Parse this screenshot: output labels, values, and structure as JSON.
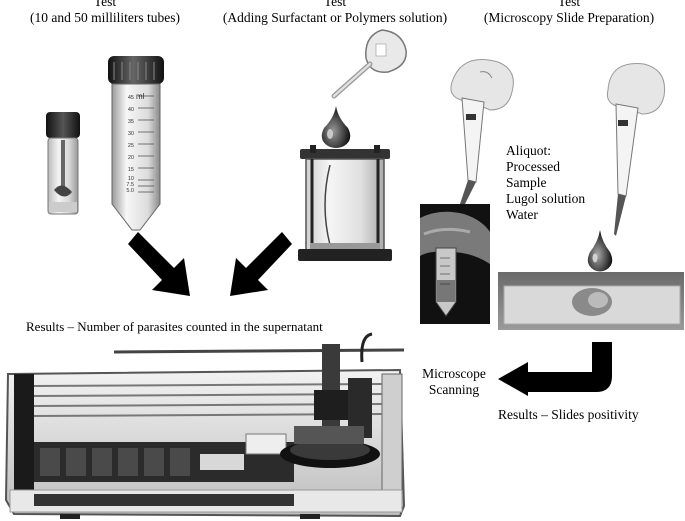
{
  "panels": {
    "tubes": {
      "title": "Test",
      "subtitle": "(10 and 50 milliliters tubes)"
    },
    "surfactant": {
      "title": "Test",
      "subtitle": "(Adding Surfactant or Polymers solution)"
    },
    "microscopy": {
      "title": "Test",
      "subtitle": "(Microscopy Slide Preparation)"
    }
  },
  "tube_labels": {
    "unit": "ml",
    "ticks": [
      "45",
      "40",
      "35",
      "30",
      "25",
      "20",
      "15",
      "10",
      "7.5",
      "5.0"
    ]
  },
  "aliquot": {
    "heading": "Aliquot:",
    "items": [
      "Processed",
      "Sample",
      "Lugol solution",
      "Water"
    ]
  },
  "results_supernatant": "Results – Number of parasites counted in the supernatant",
  "microscope_label": [
    "Microscope",
    "Scanning"
  ],
  "results_slides": "Results – Slides positivity"
}
